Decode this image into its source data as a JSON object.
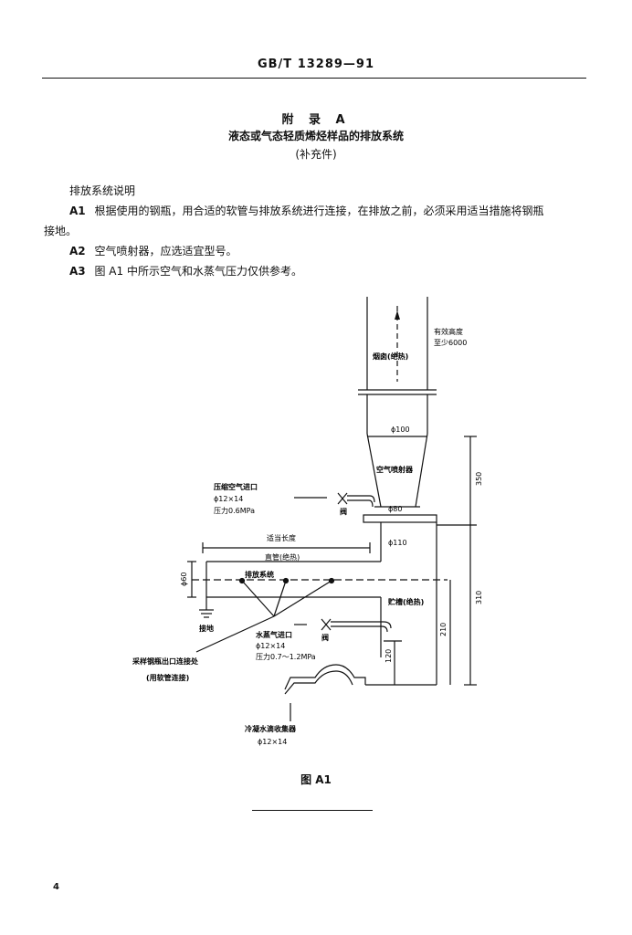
{
  "header": {
    "std_number": "GB/T 13289—91"
  },
  "appendix": {
    "title": "附 录 A",
    "subtitle": "液态或气态轻质烯烃样品的排放系统",
    "note": "(补充件)"
  },
  "body": {
    "intro": "排放系统说明",
    "items": [
      {
        "label": "A1",
        "text": "根据使用的钢瓶，用合适的软管与排放系统进行连接，在排放之前，必须采用适当措施将钢瓶",
        "cont": "接地。"
      },
      {
        "label": "A2",
        "text": "空气喷射器，应选适宜型号。"
      },
      {
        "label": "A3",
        "text": "图 A1 中所示空气和水蒸气压力仅供参考。"
      }
    ]
  },
  "figure": {
    "labels": {
      "effective_height_1": "有效高度",
      "effective_height_2": "至少6000",
      "chimney": "烟囱(绝热)",
      "d100": "ϕ100",
      "air_ejector": "空气喷射器",
      "air_inlet": "压缩空气进口",
      "air_inlet_size": "ϕ12×14",
      "air_pressure": "压力0.6MPa",
      "valve_1": "阀",
      "d80": "ϕ80",
      "d110": "ϕ110",
      "dim_350": "350",
      "proper_length": "适当长度",
      "straight_pipe": "直管(绝热)",
      "d60": "ϕ60",
      "drain_system": "排放系统",
      "dim_310": "310",
      "tank": "贮槽(绝热)",
      "dim_210": "210",
      "ground": "接地",
      "steam_inlet": "水蒸气进口",
      "steam_inlet_size": "ϕ12×14",
      "steam_pressure": "压力0.7～1.2MPa",
      "valve_2": "阀",
      "dim_120": "120",
      "cylinder_conn": "采样钢瓶出口连接处",
      "hose_conn": "(用软管连接)",
      "condensate_1": "冷凝水滴收集器",
      "condensate_2": "ϕ12×14"
    },
    "caption": "图 A1"
  },
  "footer": {
    "page_number": "4"
  }
}
